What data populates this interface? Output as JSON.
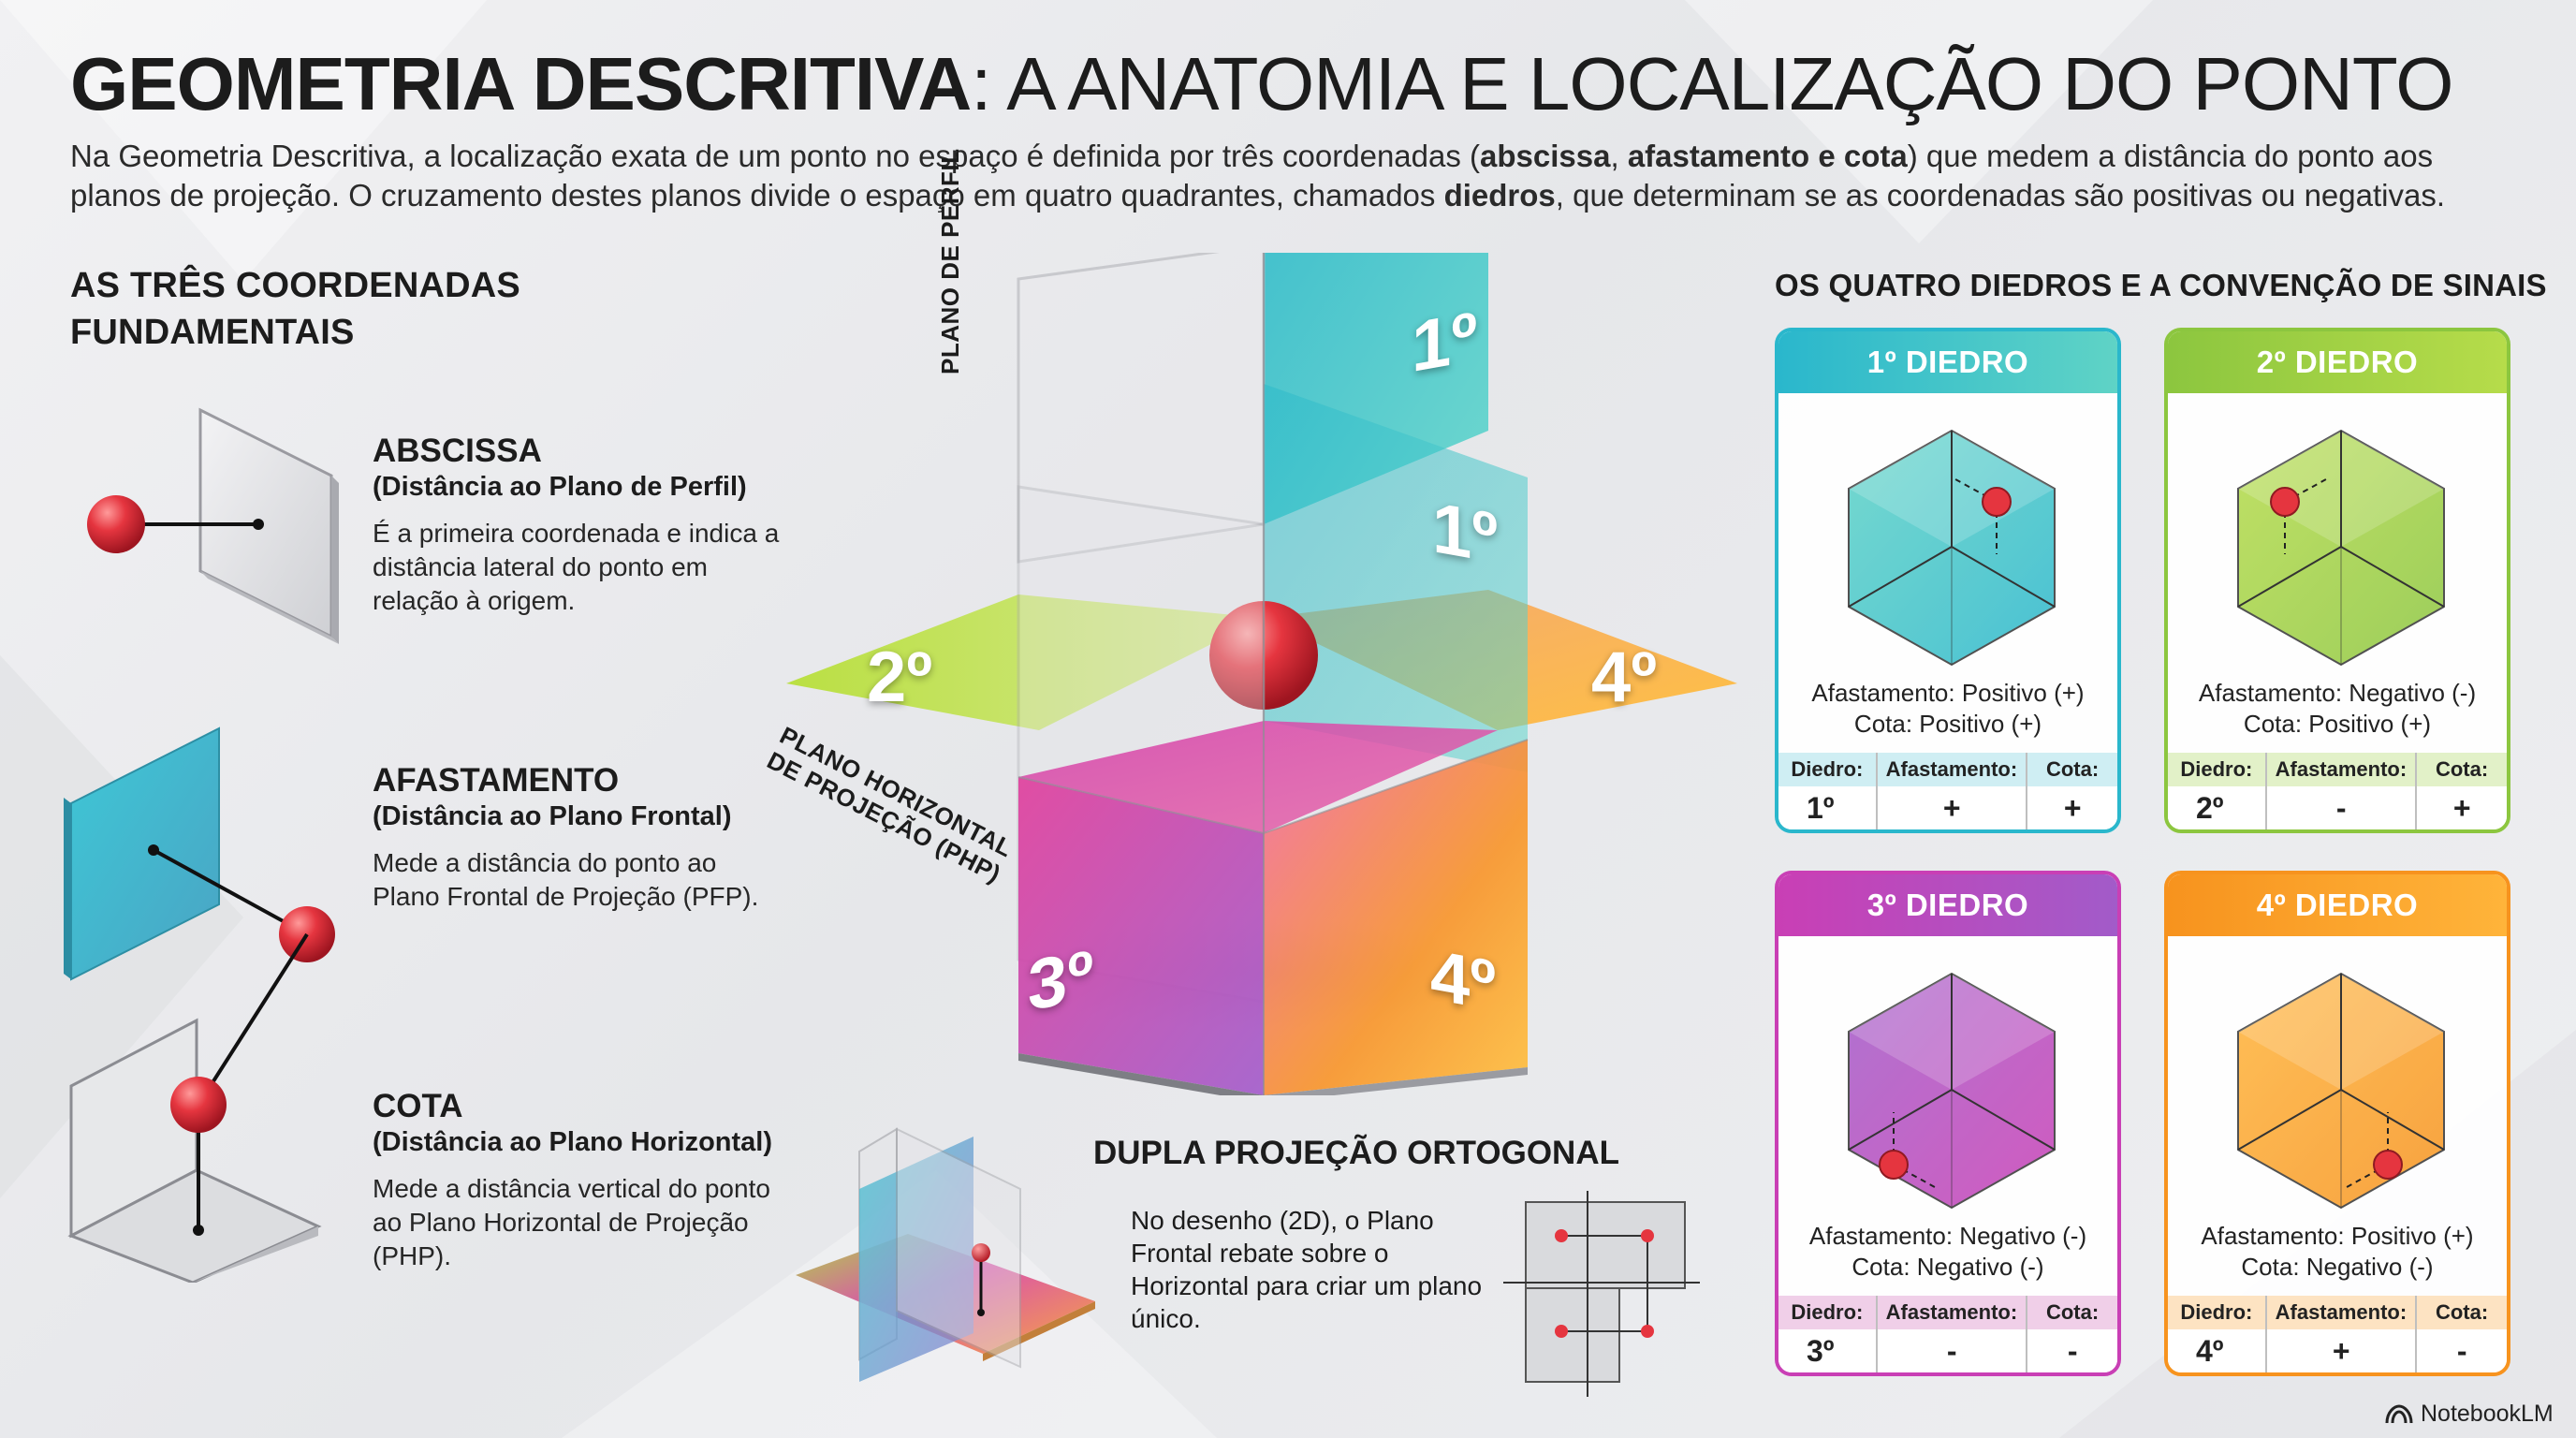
{
  "header": {
    "title_strong": "GEOMETRIA DESCRITIVA",
    "title_rest": ": A ANATOMIA E LOCALIZAÇÃO DO PONTO",
    "intro": [
      {
        "t": "Na Geometria Descritiva, a localização exata de um ponto no espaço é definida por três coordenadas (",
        "b": false
      },
      {
        "t": "abscissa",
        "b": true
      },
      {
        "t": ", ",
        "b": false
      },
      {
        "t": "afastamento e cota",
        "b": true
      },
      {
        "t": ") que medem a distância do ponto aos planos de projeção. O cruzamento destes planos divide o espaço em quatro quadrantes, chamados ",
        "b": false
      },
      {
        "t": "diedros",
        "b": true
      },
      {
        "t": ", que determinam se as coordenadas são positivas ou negativas.",
        "b": false
      }
    ]
  },
  "left_section": {
    "heading": "AS TRÊS COORDENADAS FUNDAMENTAIS",
    "abscissa": {
      "title": "ABSCISSA",
      "subtitle": "(Distância ao Plano de Perfil)",
      "desc": "É a primeira coordenada e indica a distância lateral do ponto em relação à origem."
    },
    "afastamento": {
      "title": "AFASTAMENTO",
      "subtitle": "(Distância ao Plano Frontal)",
      "desc": "Mede a distância do ponto ao Plano Frontal de Projeção (PFP)."
    },
    "cota": {
      "title": "COTA",
      "subtitle": "(Distância ao Plano Horizontal)",
      "desc": "Mede a distância vertical do ponto ao Plano Horizontal de Projeção (PHP)."
    }
  },
  "center": {
    "plane_profile_label": "PLANO DE PERFIL",
    "plane_horizontal_label_1": "PLANO HORIZONTAL",
    "plane_horizontal_label_2": "DE PROJEÇÃO (PHP)",
    "quadrant_labels": {
      "q1_top": "1º",
      "q1_mid": "1º",
      "q2": "2º",
      "q3": "3º",
      "q4_right": "4º",
      "q4_bottom": "4º"
    },
    "dpo": {
      "heading": "DUPLA PROJEÇÃO ORTOGONAL",
      "desc": "No desenho (2D), o Plano Frontal rebate sobre o Horizontal para criar um plano único."
    }
  },
  "right_section": {
    "heading": "OS QUATRO DIEDROS E A CONVENÇÃO DE SINAIS",
    "table_headers": {
      "diedro": "Diedro:",
      "afastamento": "Afastamento:",
      "cota": "Cota:"
    },
    "cards": [
      {
        "title": "1º DIEDRO",
        "line1": "Afastamento: Positivo (+)",
        "line2": "Cota: Positivo (+)",
        "diedro": "1º",
        "afast": "+",
        "cota": "+",
        "color_a": "#2ab7cc",
        "color_b": "#5fd3c6",
        "header_bg": "#cfeef3"
      },
      {
        "title": "2º DIEDRO",
        "line1": "Afastamento: Negativo (-)",
        "line2": "Cota: Positivo (+)",
        "diedro": "2º",
        "afast": "-",
        "cota": "+",
        "color_a": "#8cc63f",
        "color_b": "#b6dc4a",
        "header_bg": "#e2f1c8"
      },
      {
        "title": "3º DIEDRO",
        "line1": "Afastamento: Negativo (-)",
        "line2": "Cota: Negativo (-)",
        "diedro": "3º",
        "afast": "-",
        "cota": "-",
        "color_a": "#c93fb5",
        "color_b": "#a25bc9",
        "header_bg": "#f0cfe8"
      },
      {
        "title": "4º DIEDRO",
        "line1": "Afastamento: Positivo (+)",
        "line2": "Cota: Negativo (-)",
        "diedro": "4º",
        "afast": "+",
        "cota": "-",
        "color_a": "#f7931e",
        "color_b": "#ffb43a",
        "header_bg": "#fde3c2"
      }
    ]
  },
  "footer": {
    "brand": "NotebookLM"
  },
  "colors": {
    "point_red": "#e5353f",
    "q1": "#3cc6c8",
    "q2": "#a4d63c",
    "q3": "#d23fa8",
    "q4": "#f89a2e"
  }
}
